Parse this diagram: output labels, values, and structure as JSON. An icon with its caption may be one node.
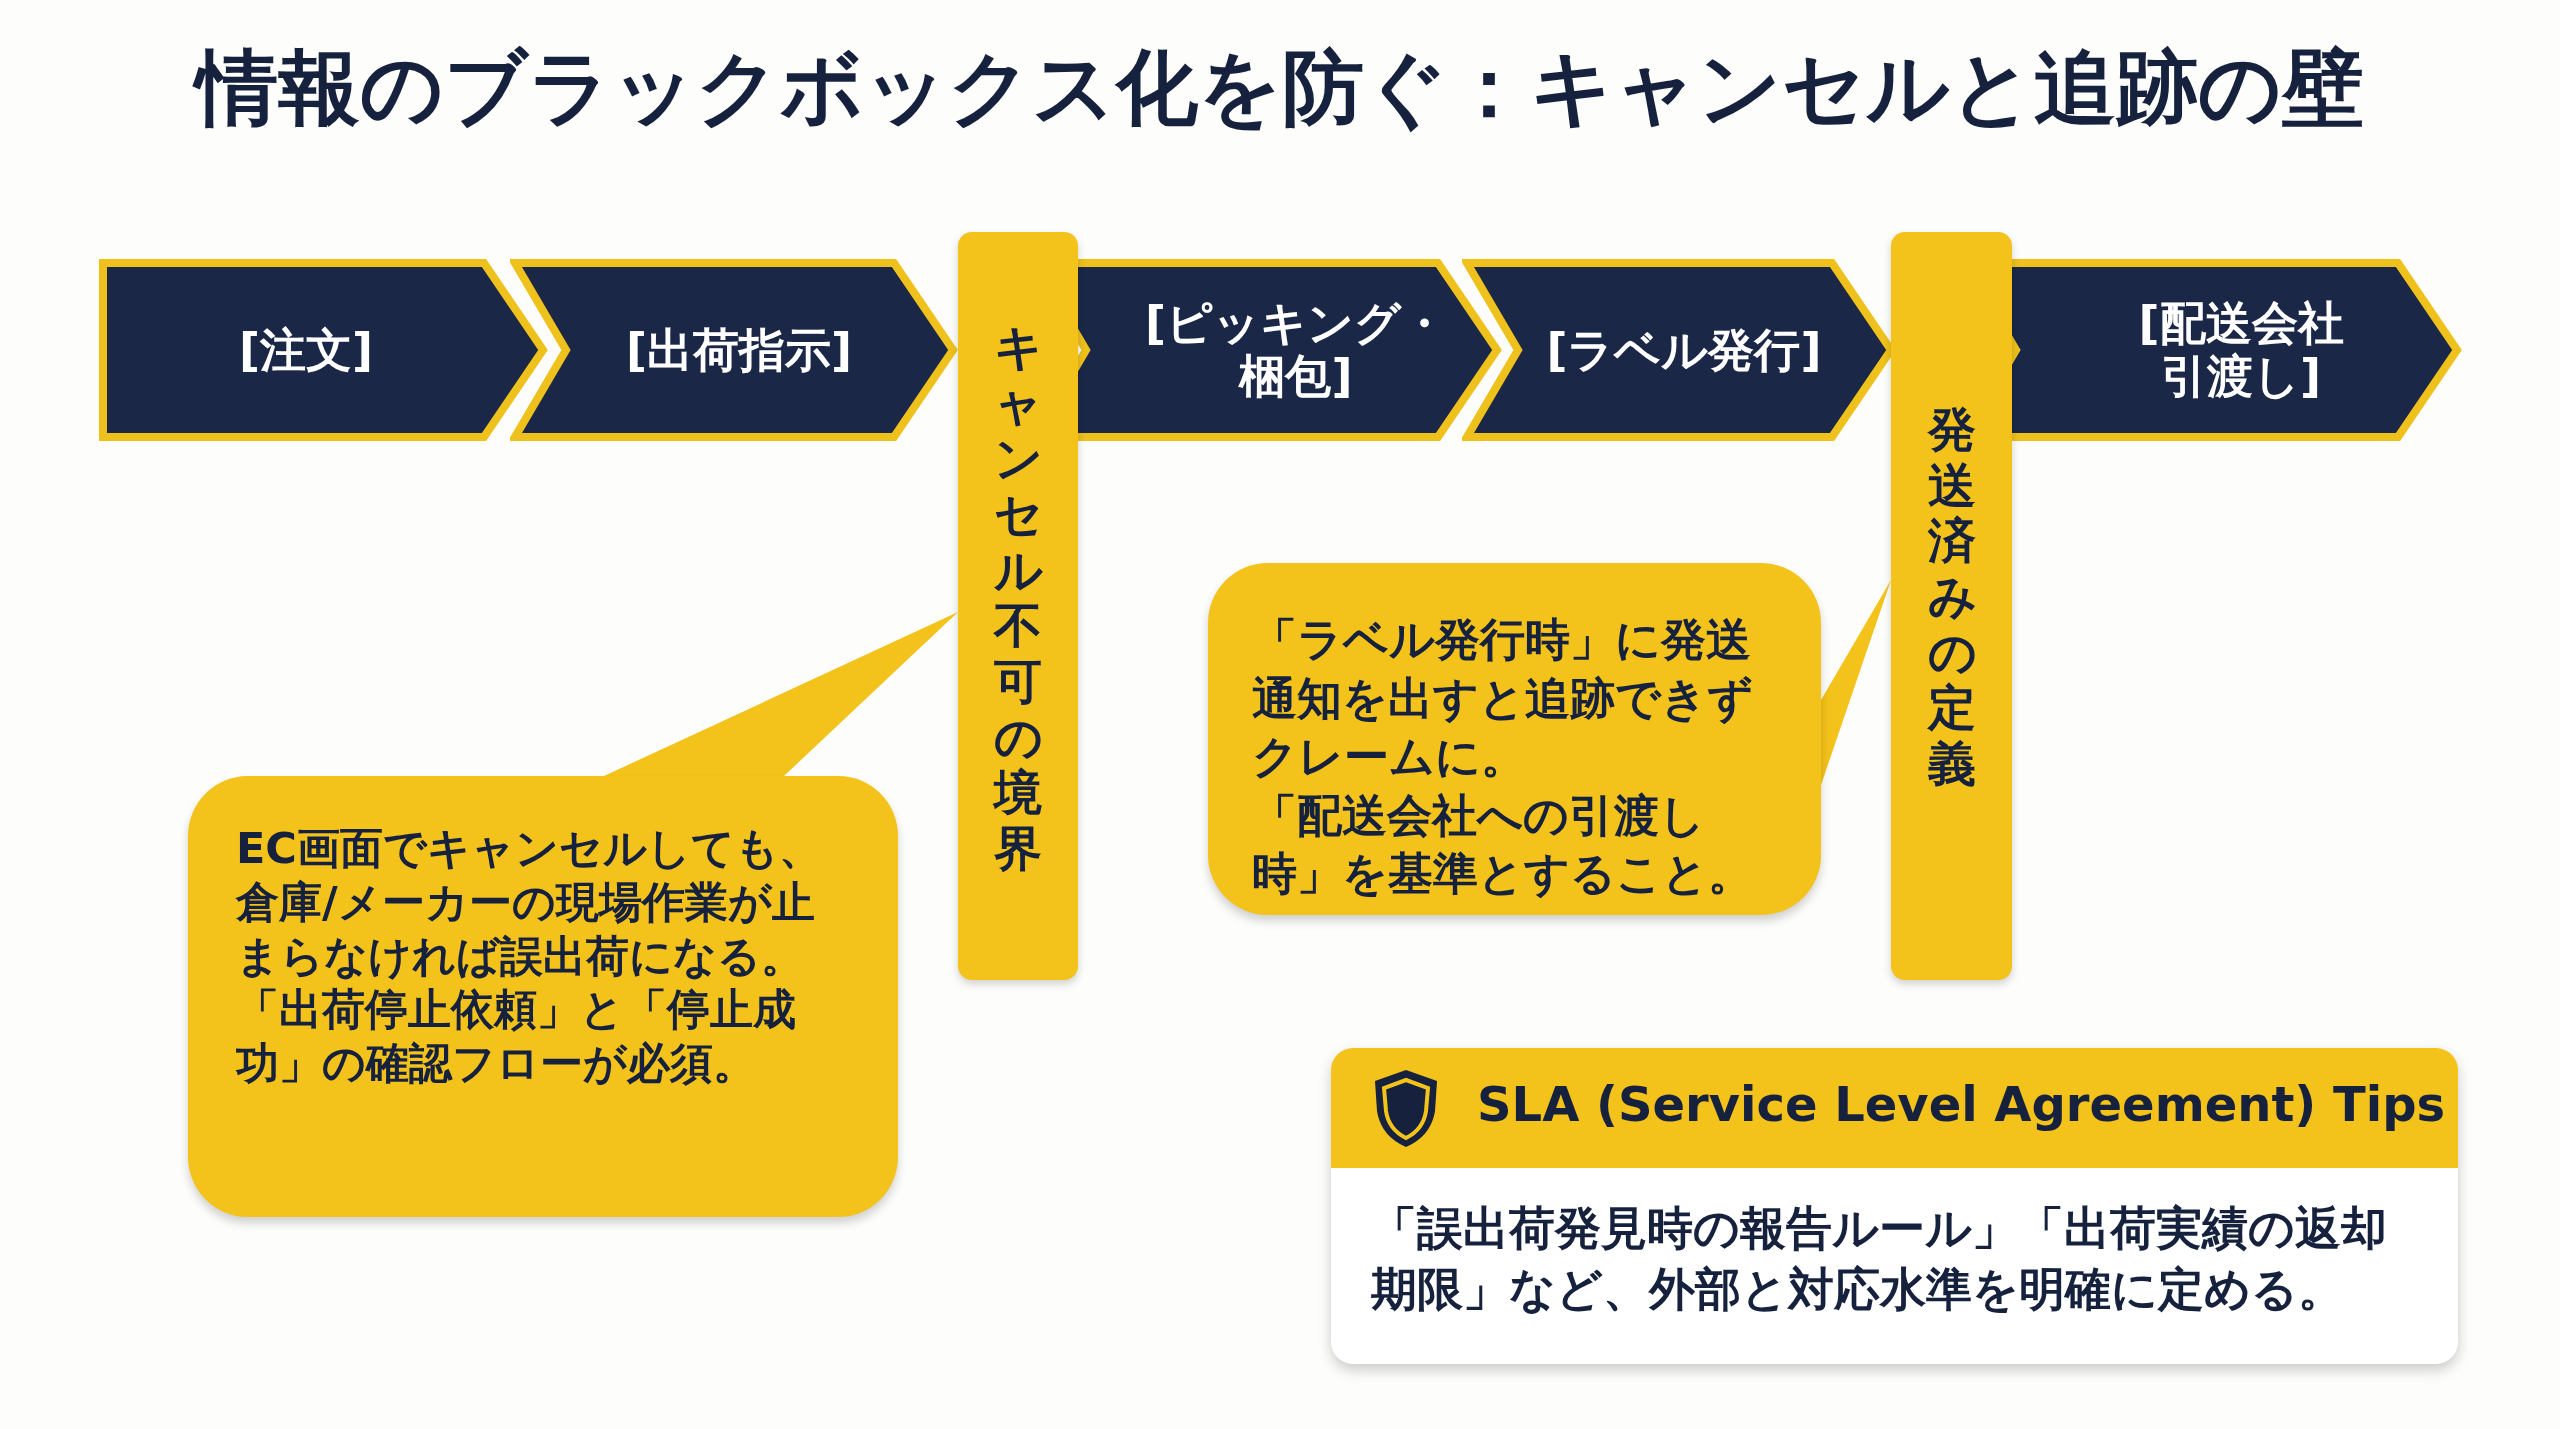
{
  "diagram": {
    "title": "情報のブラックボックス化を防ぐ：キャンセルと追跡の壁",
    "nodes": [
      {
        "text": [
          "[注文]"
        ]
      },
      {
        "text": [
          "[出荷指示]"
        ]
      },
      {
        "text": [
          "キャンセル不可の境界"
        ]
      },
      {
        "text": [
          "[ピッキング・梱包]"
        ]
      },
      {
        "text": [
          "[ラベル発行]"
        ]
      },
      {
        "text": [
          "発送済みの定義"
        ]
      },
      {
        "text": [
          "[配送会社引渡し]"
        ]
      },
      {
        "text": [
          "EC画面でキャンセルしても、倉庫/メーカーの現場作業が止まらなければ誤出荷になる。",
          "「出荷停止依頼」と「停止成功」の確認フローが必須。"
        ]
      },
      {
        "text": [
          "「ラベル発行時」に発送通知を出すと追跡できずクレームに。",
          "「配送会社への引渡し時」を基準とすること。"
        ]
      },
      {
        "text": [
          "SLA (Service Level Agreement) Tips",
          "「誤出荷発見時の報告ルール」「出荷実績の返却期限」など、外部と対応水準を明確に定める。"
        ]
      }
    ],
    "edges": [
      {
        "from": 7,
        "to": 2,
        "arrow": "none"
      },
      {
        "from": 8,
        "to": 5,
        "arrow": "none"
      }
    ]
  }
}
